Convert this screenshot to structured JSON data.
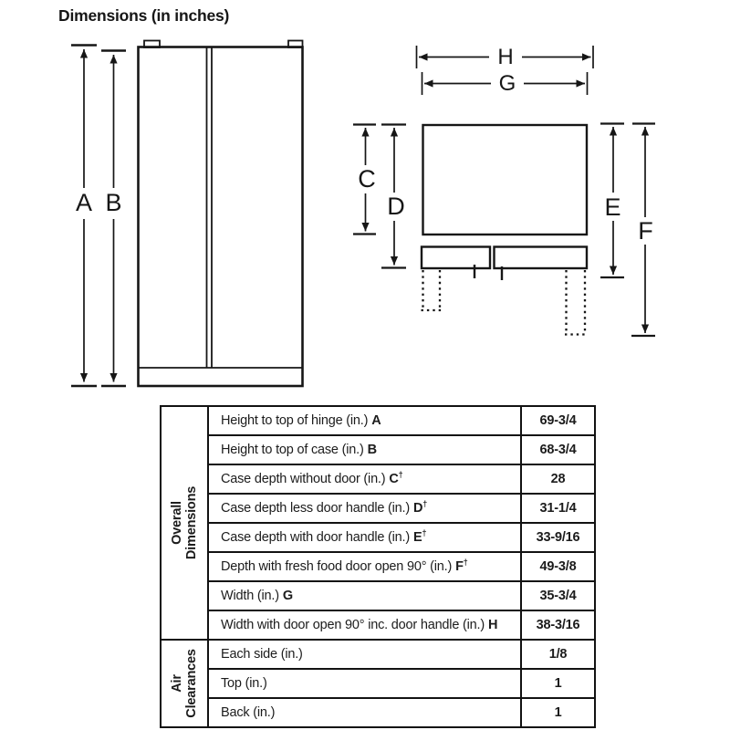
{
  "title": "Dimensions (in inches)",
  "diagram": {
    "labels": {
      "A": "A",
      "B": "B",
      "C": "C",
      "D": "D",
      "E": "E",
      "F": "F",
      "G": "G",
      "H": "H"
    }
  },
  "table": {
    "sections": [
      {
        "title_lines": [
          "Overall",
          "Dimensions"
        ],
        "rows": [
          {
            "label": "Height to top of hinge (in.)",
            "letter": "A",
            "dagger": "",
            "value": "69-3/4"
          },
          {
            "label": "Height to top of case (in.)",
            "letter": "B",
            "dagger": "",
            "value": "68-3/4"
          },
          {
            "label": "Case depth without door (in.)",
            "letter": "C",
            "dagger": "†",
            "value": "28"
          },
          {
            "label": "Case depth less door handle (in.)",
            "letter": "D",
            "dagger": "†",
            "value": "31-1/4"
          },
          {
            "label": "Case depth with door handle (in.)",
            "letter": "E",
            "dagger": "†",
            "value": "33-9/16"
          },
          {
            "label": "Depth with fresh food door open 90° (in.)",
            "letter": "F",
            "dagger": "†",
            "value": "49-3/8"
          },
          {
            "label": "Width (in.)",
            "letter": "G",
            "dagger": "",
            "value": "35-3/4"
          },
          {
            "label": "Width with door open 90° inc. door handle (in.)",
            "letter": "H",
            "dagger": "",
            "value": "38-3/16"
          }
        ]
      },
      {
        "title_lines": [
          "Air",
          "Clearances"
        ],
        "rows": [
          {
            "label": "Each side (in.)",
            "letter": "",
            "dagger": "",
            "value": "1/8"
          },
          {
            "label": "Top (in.)",
            "letter": "",
            "dagger": "",
            "value": "1"
          },
          {
            "label": "Back (in.)",
            "letter": "",
            "dagger": "",
            "value": "1"
          }
        ]
      }
    ]
  }
}
